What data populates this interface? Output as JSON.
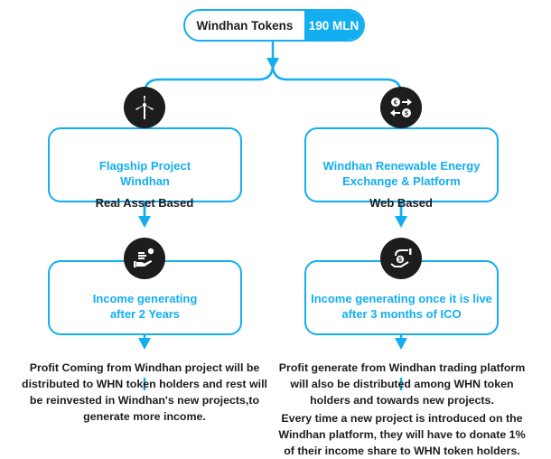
{
  "header": {
    "token_label": "Windhan Tokens",
    "token_value": "190 MLN"
  },
  "colors": {
    "accent": "#12aef0",
    "icon_bg": "#1d1d1d",
    "text": "#1d1d1d"
  },
  "left_branch": {
    "project_box": {
      "icon": "wind-turbine-icon",
      "title_line1": "Flagship Project",
      "title_line2": "Windhan"
    },
    "type_label": "Real Asset Based",
    "income_box": {
      "icon": "hand-holding-coins-icon",
      "title_line1": "Income generating",
      "title_line2": "after 2 Years"
    },
    "description": [
      "Profit Coming from Windhan project will be",
      "distributed to WHN token holders and rest will",
      "be reinvested in Windhan's new projects,to",
      "generate more income."
    ]
  },
  "right_branch": {
    "project_box": {
      "icon": "currency-exchange-icon",
      "title_line1": "Windhan Renewable Energy",
      "title_line2": "Exchange & Platform"
    },
    "type_label": "Web Based",
    "income_box": {
      "icon": "hand-money-transfer-icon",
      "title_line1": "Income generating once it is live",
      "title_line2": "after 3 months of ICO"
    },
    "description": [
      "Profit generate from Windhan trading platform",
      "will also be distributed among WHN token",
      "holders and towards new projects."
    ],
    "description2": [
      "Every time a new project is introduced on the",
      "Windhan platform, they will have to donate 1%",
      "of their income share to WHN token holders."
    ]
  }
}
